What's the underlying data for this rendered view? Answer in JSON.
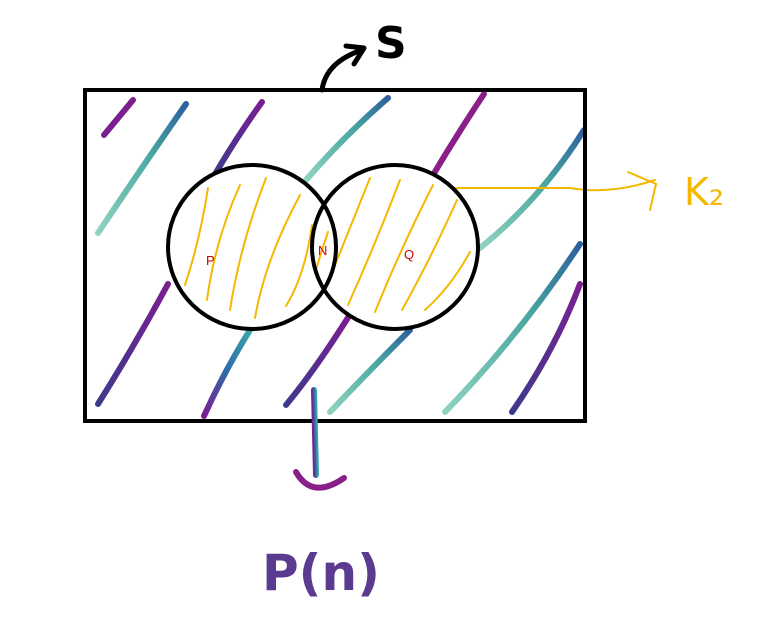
{
  "universal_set": {
    "label": "S",
    "label_color": "#000000"
  },
  "sets": [
    {
      "label": "P",
      "label_color": "#cc0000"
    },
    {
      "label": "Q",
      "label_color": "#cc0000"
    }
  ],
  "intersection": {
    "label": "N",
    "label_color": "#cc0000"
  },
  "annotations": {
    "union_shading_label": "K₂",
    "union_shading_color": "#f5b800",
    "outside_shading_label": "P(n)",
    "outside_shading_colors": [
      "#7a1f8f",
      "#2c5f9e",
      "#8fd3c0",
      "#3aa5a8"
    ]
  }
}
